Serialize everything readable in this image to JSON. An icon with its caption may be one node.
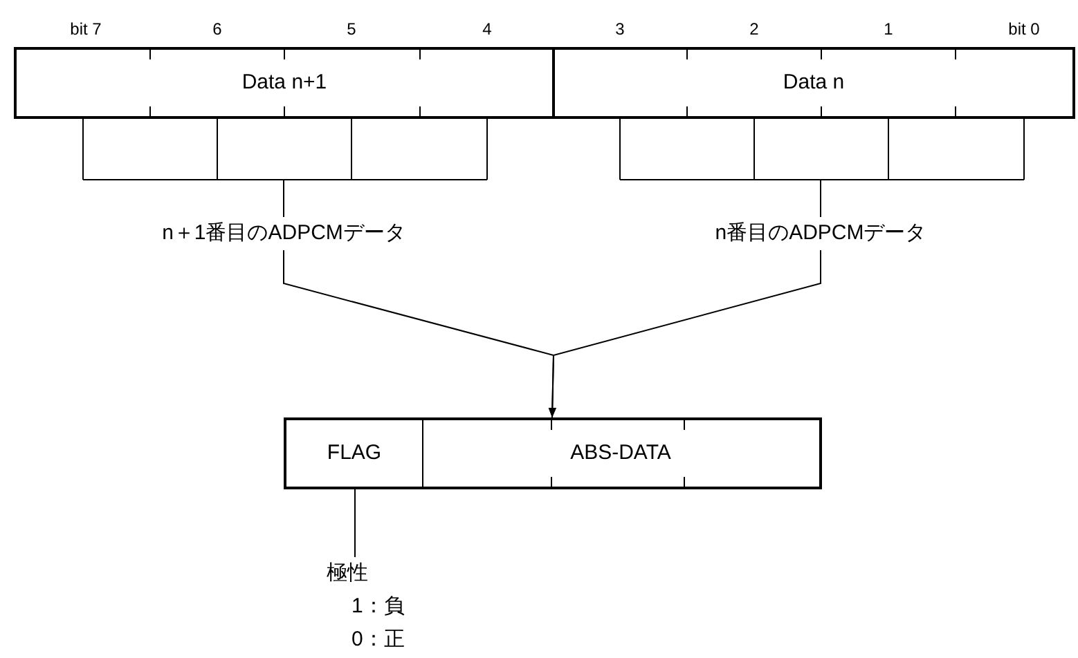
{
  "diagram": {
    "nodes": [
      {
        "text": [
          "Data n+1"
        ]
      },
      {
        "text": [
          "Data n"
        ]
      },
      {
        "text": [
          "n＋1番目のADPCMデータ"
        ]
      },
      {
        "text": [
          "n番目のADPCMデータ"
        ]
      },
      {
        "text": [],
        "shape": "box"
      },
      {
        "text": [
          "FLAG"
        ],
        "in": 4
      },
      {
        "text": [
          "ABS-DATA"
        ],
        "in": 4
      },
      {
        "text": [
          "極性",
          "1：負",
          "0：正"
        ]
      }
    ],
    "edges": [
      {
        "from": 0,
        "to": 2,
        "arrow": "none"
      },
      {
        "from": 1,
        "to": 3,
        "arrow": "none"
      },
      {
        "from": 2,
        "to": 4,
        "arrow": "to"
      },
      {
        "from": 3,
        "to": 4,
        "arrow": "to"
      },
      {
        "from": 5,
        "to": 7,
        "arrow": "none"
      }
    ],
    "labels": [
      "bit 7",
      "6",
      "5",
      "4",
      "3",
      "2",
      "1",
      "bit 0"
    ]
  }
}
